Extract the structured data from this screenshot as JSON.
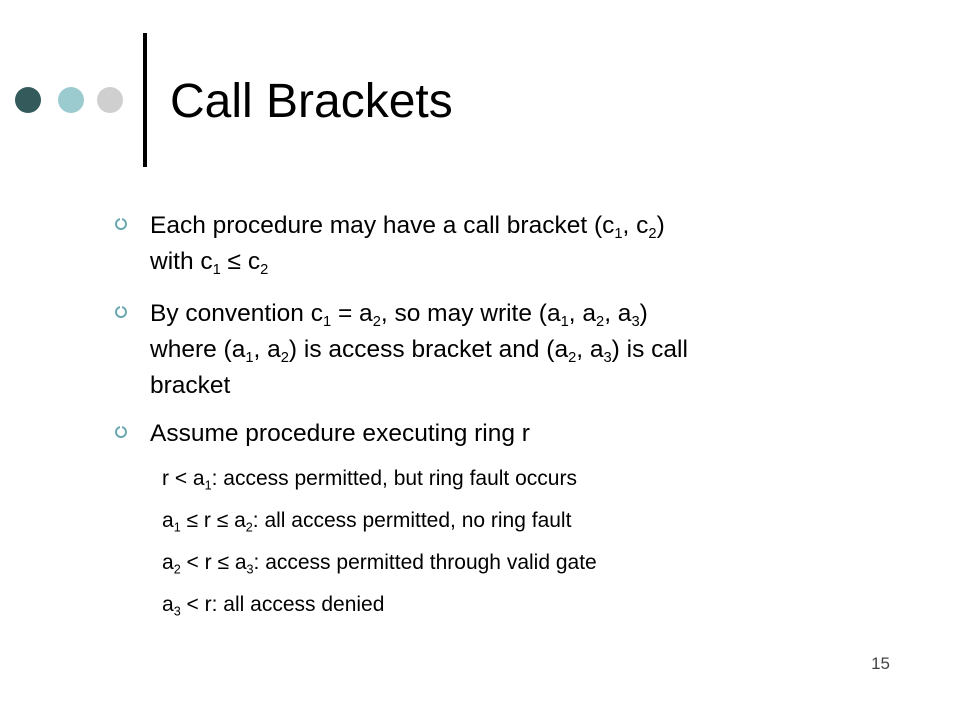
{
  "slide": {
    "title": "Call Brackets",
    "page_number": "15"
  },
  "bullets": [
    {
      "parts": [
        "Each procedure may have a call bracket (c",
        "1",
        ", c",
        "2",
        ")",
        "with c",
        "1",
        " ≤ c",
        "2"
      ]
    },
    {
      "parts": [
        "By convention c",
        "1",
        " = a",
        "2",
        ", so may write (a",
        "1",
        ", a",
        "2",
        ", a",
        "3",
        ")",
        "where (a",
        "1",
        ", a",
        "2",
        ") is access bracket and (a",
        "2",
        ", a",
        "3",
        ") is call",
        "bracket"
      ]
    },
    {
      "text": "Assume procedure executing ring r"
    }
  ],
  "subitems": [
    {
      "parts": [
        "r < a",
        "1",
        ": access permitted, but ring fault occurs"
      ]
    },
    {
      "parts": [
        "a",
        "1",
        " ≤ r ≤ a",
        "2",
        ": all access permitted, no ring fault"
      ]
    },
    {
      "parts": [
        "a",
        "2",
        " < r ≤ a",
        "3",
        ": access permitted through valid gate"
      ]
    },
    {
      "parts": [
        "a",
        "3",
        " < r: all access denied"
      ]
    }
  ]
}
